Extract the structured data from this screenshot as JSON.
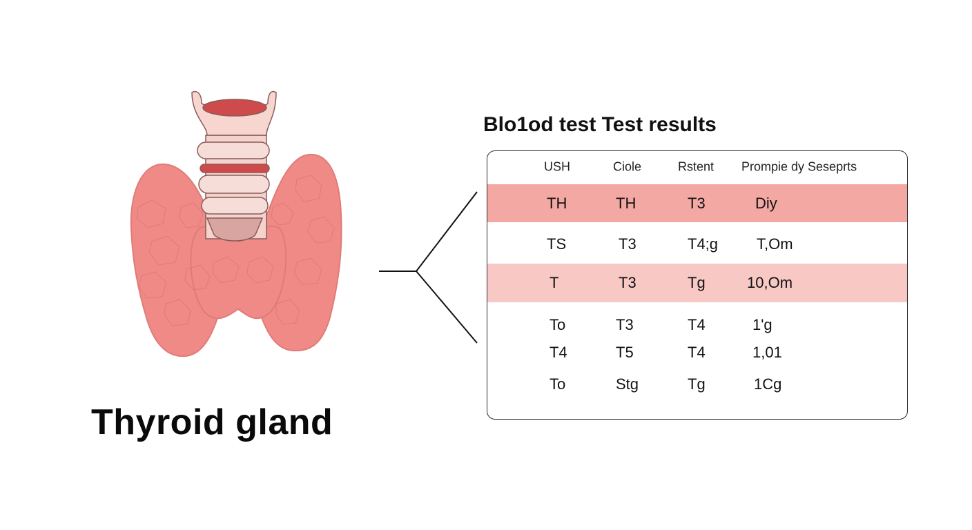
{
  "diagram": {
    "caption": "Thyroid gland",
    "results_title": "Blo1od test Test results",
    "colors": {
      "gland_fill": "#ef8a86",
      "gland_edge": "#e07b78",
      "cartilage": "#f7d6cf",
      "band_strong": "#f3a8a3",
      "band_light": "#f8c8c5",
      "outline": "#222222"
    }
  },
  "table": {
    "headers": [
      "USH",
      "Ciole",
      "Rstent",
      "Prompie dy Seseprts"
    ],
    "rows": [
      [
        "TH",
        "TH",
        "T3",
        "Diy"
      ],
      [
        "TS",
        "T3",
        "T4;g",
        "T,Om"
      ],
      [
        "T",
        "T3",
        "Tg",
        "10,Om"
      ],
      [
        "To",
        "T3",
        "T4",
        "1'g"
      ],
      [
        "T4",
        "T5",
        "T4",
        "1,01"
      ],
      [
        "To",
        "Stg",
        "Tg",
        "1Cg"
      ]
    ]
  }
}
